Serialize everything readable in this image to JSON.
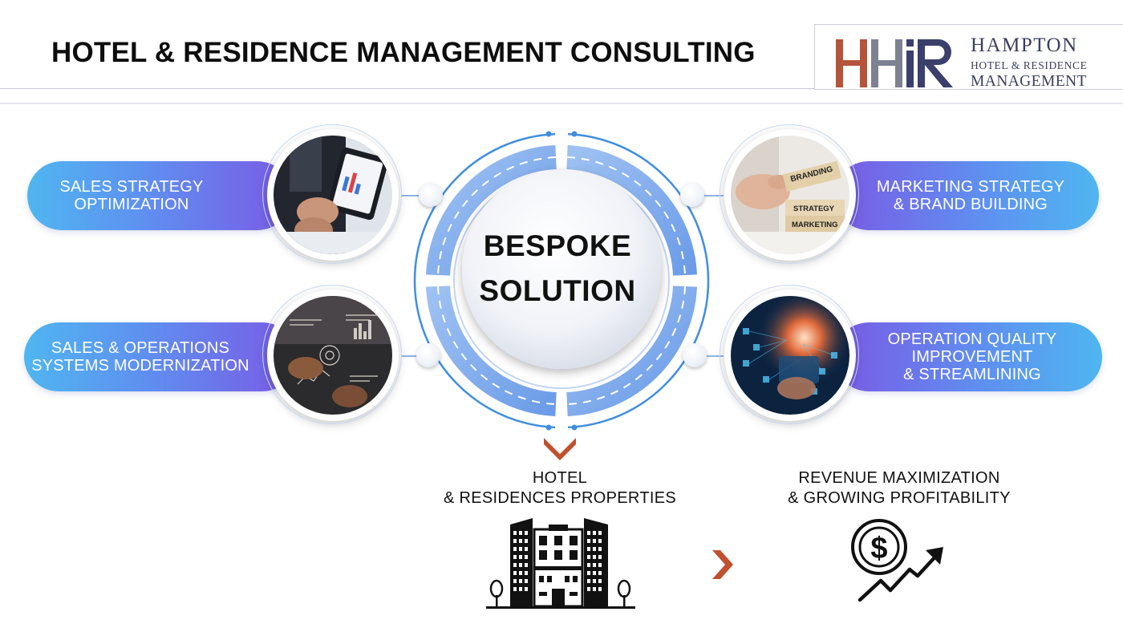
{
  "header": {
    "title": "HOTEL & RESIDENCE MANAGEMENT CONSULTING"
  },
  "logo": {
    "monogram": "HHiR",
    "line1": "HAMPTON",
    "line2": "HOTEL & RESIDENCE",
    "line3": "MANAGEMENT",
    "colors": {
      "h1": "#b5543a",
      "h2": "#7d8190",
      "ir": "#3b3f6b"
    }
  },
  "center": {
    "line1": "BESPOKE",
    "line2": "SOLUTION"
  },
  "services": {
    "sales_strategy": "SALES STRATEGY\nOPTIMIZATION",
    "systems_modernization": "SALES & OPERATIONS\nSYSTEMS MODERNIZATION",
    "marketing": "MARKETING STRATEGY\n& BRAND BUILDING",
    "operation_quality": "OPERATION QUALITY\nIMPROVEMENT\n& STREAMLINING"
  },
  "photo_labels": {
    "branding": "BRANDING",
    "strategy": "STRATEGY",
    "marketing": "MARKETING"
  },
  "outcomes": {
    "properties": "HOTEL\n& RESIDENCES PROPERTIES",
    "revenue": "REVENUE MAXIMIZATION\n& GROWING PROFITABILITY"
  },
  "colors": {
    "accent_orange": "#c0502e",
    "ring_blue": "#3f8ee0",
    "pill_gradient_start": "#4fb6f0",
    "pill_gradient_end": "#7a5ae4"
  }
}
